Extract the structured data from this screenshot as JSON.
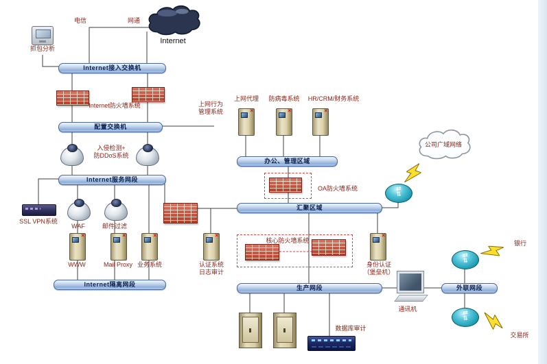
{
  "segments": {
    "access_switch": "Internet接入交换机",
    "config_switch": "配置交换机",
    "office_area": "办公、管理区域",
    "internet_service": "Internet服务网段",
    "internet_isolation": "Internet隔离网段",
    "aggregation_area": "汇聚区域",
    "production": "生产网段",
    "external": "外联网段"
  },
  "isp": {
    "telecom": "电信",
    "netcom": "网通"
  },
  "clouds": {
    "internet": "Internet",
    "company_wan": "公司广域网络"
  },
  "labels": {
    "packet_capture": "抓包分析",
    "internet_firewall": "Internet防火墙系统",
    "behavior_mgmt_line1": "上网行为",
    "behavior_mgmt_line2": "管理系统",
    "web_proxy": "上网代理",
    "antivirus": "防病毒系统",
    "hr_crm_finance": "HR/CRM/财务系统",
    "ids_line1": "入侵检测+",
    "ids_line2": "防DDoS系统",
    "ssl_vpn": "SSL VPN系统",
    "waf": "WAF",
    "mail_filter": "邮件过滤",
    "www": "WWW",
    "mail_proxy": "Mail Proxy",
    "business_system": "业务系统",
    "auth_line1": "认证系统",
    "auth_line2": "日志审计",
    "oa_firewall": "OA防火墙系统",
    "core_firewall": "核心防火墙系统",
    "bastion_line1": "身份认证",
    "bastion_line2": "（堡垒机）",
    "comms_machine": "通讯机",
    "bank": "银行",
    "exchange": "交易所",
    "db_audit": "数据库审计"
  },
  "icons": {
    "internet_cloud": "dark-cloud-shape",
    "wan_cloud": "light-cloud-shape",
    "firewall": "red-brick-wall",
    "router": "teal-cylinder-with-arrows",
    "server": "beige-tower-server",
    "ids_device": "silver-dome-device",
    "lightning": "yellow-bolt",
    "cabinet": "beige-cabinet",
    "db_rack": "navy-rack-unit",
    "ssl_appliance": "navy-appliance-box",
    "comms_pc": "desktop-computer",
    "packet_capture_device": "analyzer-box"
  },
  "colors": {
    "segment_fill": "#9db9e0",
    "segment_text": "#0b2050",
    "firewall_brick": "#c8402a",
    "label_text": "#8b2418",
    "router": "#1795ad",
    "lightning": "#ffdf2e",
    "dashed_box": "#e04545"
  }
}
